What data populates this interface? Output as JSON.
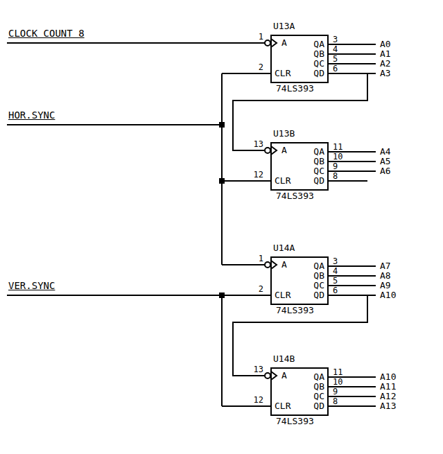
{
  "diagram": {
    "nodes": [
      {
        "text": [
          "U13A",
          "A",
          "CLR",
          "QA",
          "QB",
          "QC",
          "QD",
          "74LS393"
        ]
      },
      {
        "text": [
          "U13B",
          "A",
          "CLR",
          "QA",
          "QB",
          "QC",
          "QD",
          "74LS393"
        ]
      },
      {
        "text": [
          "U14A",
          "A",
          "CLR",
          "QA",
          "QB",
          "QC",
          "QD",
          "74LS393"
        ]
      },
      {
        "text": [
          "U14B",
          "A",
          "CLR",
          "QA",
          "QB",
          "QC",
          "QD",
          "74LS393"
        ]
      }
    ],
    "edges": [
      {
        "from": 0,
        "to": 1,
        "arrow": "none"
      },
      {
        "from": 2,
        "to": 3,
        "arrow": "none"
      }
    ],
    "labels": [
      "CLOCK COUNT 8",
      "HOR.SYNC",
      "VER.SYNC",
      "1",
      "2",
      "3",
      "4",
      "5",
      "6",
      "A0",
      "A1",
      "A2",
      "A3",
      "13",
      "12",
      "11",
      "10",
      "9",
      "8",
      "A4",
      "A5",
      "A6",
      "1",
      "2",
      "3",
      "4",
      "5",
      "6",
      "A7",
      "A8",
      "A9",
      "A10",
      "13",
      "12",
      "11",
      "10",
      "9",
      "8",
      "A10",
      "A11",
      "A12",
      "A13"
    ]
  }
}
